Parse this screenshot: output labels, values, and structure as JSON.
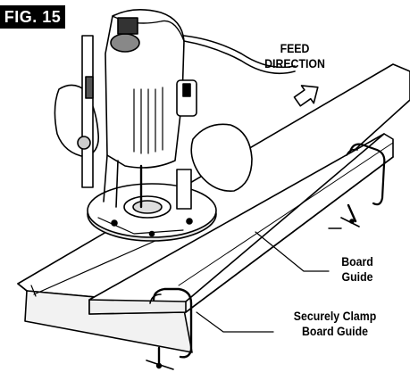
{
  "figure": {
    "badge": "FIG. 15",
    "feed_line1": "FEED",
    "feed_line2": "DIRECTION",
    "board_line1": "Board",
    "board_line2": "Guide",
    "clamp_line1": "Securely Clamp",
    "clamp_line2": "Board Guide"
  },
  "colors": {
    "ink": "#000000",
    "paper": "#ffffff",
    "shade": "#d9d9d9",
    "dark": "#555555"
  },
  "icons": [
    "router-illustration",
    "workpiece-board",
    "board-guide",
    "c-clamp",
    "feed-arrow"
  ]
}
